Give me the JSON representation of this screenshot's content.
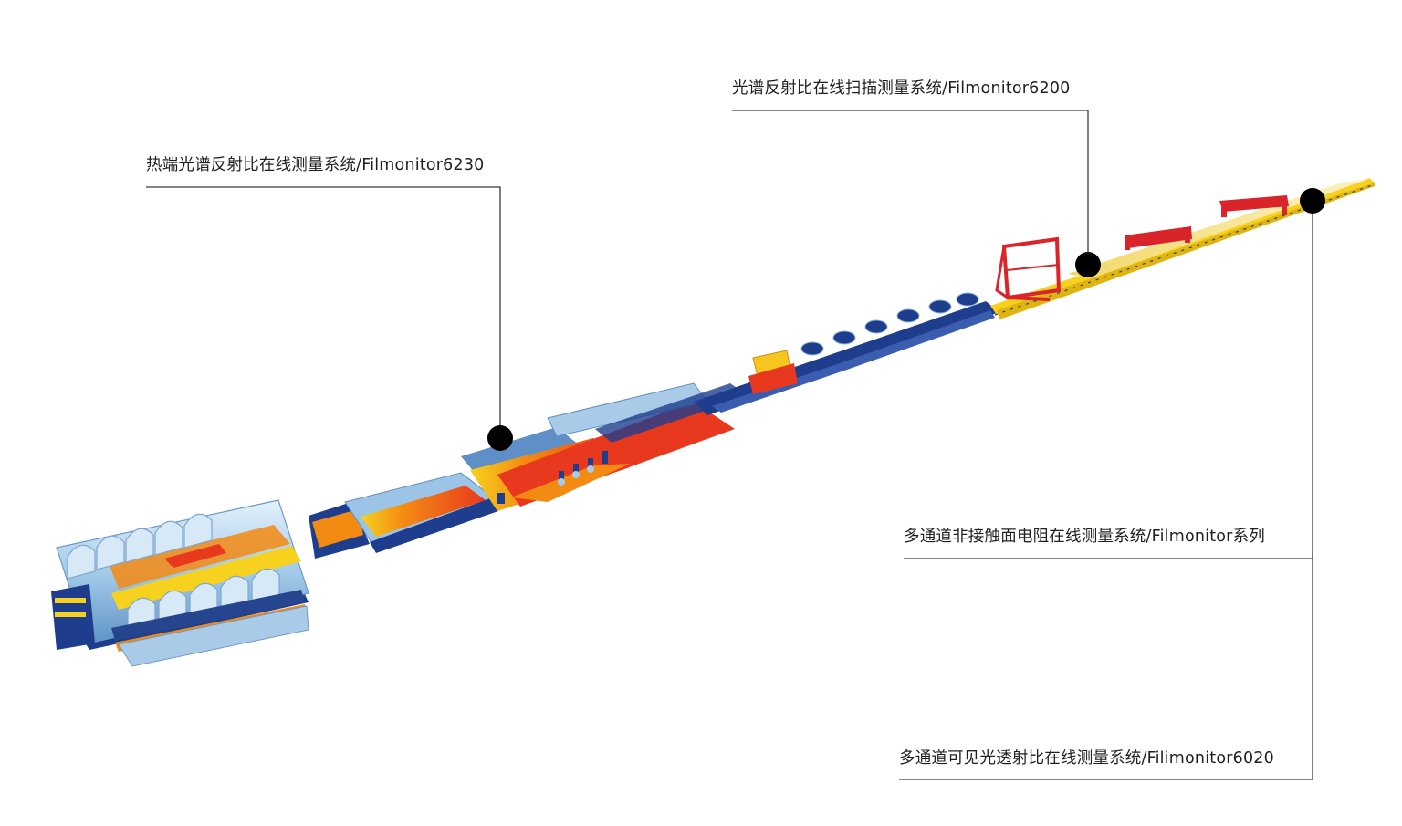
{
  "callouts": [
    {
      "id": "filmonitor6230",
      "text": "热端光谱反射比在线测量系统/Filmonitor6230"
    },
    {
      "id": "filmonitor6200",
      "text": "光谱反射比在线扫描测量系统/Filmonitor6200"
    },
    {
      "id": "filmonitor-series",
      "text": "多通道非接触面电阻在线测量系统/Filmonitor系列"
    },
    {
      "id": "filmonitor6020",
      "text": "多通道可见光透射比在线测量系统/Filimonitor6020"
    }
  ],
  "colors": {
    "hot_red": "#e8381e",
    "hot_orange": "#f38a12",
    "hot_yellow": "#f6d21e",
    "steel_blue": "#1e3d8c",
    "light_blue": "#bcd8ee",
    "gantry_red": "#d8242a",
    "leader_line": "#3a3a3a",
    "marker": "#000000"
  }
}
